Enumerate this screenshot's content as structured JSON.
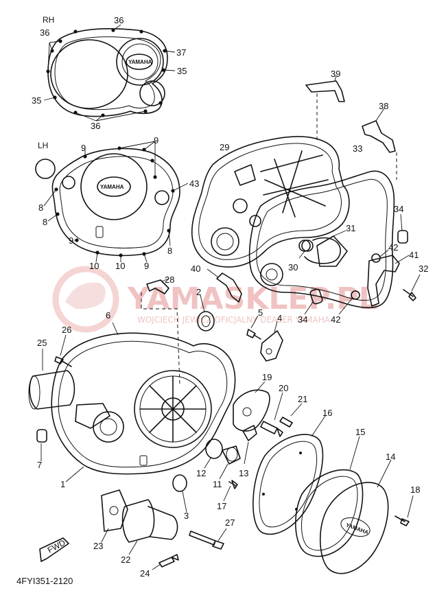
{
  "diagram": {
    "code": "4FYI351-2120",
    "rh_label": "RH",
    "lh_label": "LH",
    "fwd_label": "FWD",
    "brand_text": "YAMAHA",
    "watermark": {
      "line1": "YAMASKLEP.PL",
      "line2": "WOJCIECH JEWICZ OFICJALNY DEALER YAMAHA"
    }
  },
  "callouts": [
    {
      "id": "c36a",
      "text": "36"
    },
    {
      "id": "c36b",
      "text": "36"
    },
    {
      "id": "c37",
      "text": "37"
    },
    {
      "id": "c35a",
      "text": "35"
    },
    {
      "id": "c35b",
      "text": "35"
    },
    {
      "id": "c36c",
      "text": "36"
    },
    {
      "id": "c9a",
      "text": "9"
    },
    {
      "id": "c9b",
      "text": "9"
    },
    {
      "id": "c43",
      "text": "43"
    },
    {
      "id": "c8a",
      "text": "8"
    },
    {
      "id": "c8b",
      "text": "8"
    },
    {
      "id": "c9c",
      "text": "9"
    },
    {
      "id": "c8c",
      "text": "8"
    },
    {
      "id": "c10a",
      "text": "10"
    },
    {
      "id": "c10b",
      "text": "10"
    },
    {
      "id": "c9d",
      "text": "9"
    },
    {
      "id": "c39",
      "text": "39"
    },
    {
      "id": "c38",
      "text": "38"
    },
    {
      "id": "c29",
      "text": "29"
    },
    {
      "id": "c33",
      "text": "33"
    },
    {
      "id": "c34a",
      "text": "34"
    },
    {
      "id": "c31",
      "text": "31"
    },
    {
      "id": "c42a",
      "text": "42"
    },
    {
      "id": "c41",
      "text": "41"
    },
    {
      "id": "c30",
      "text": "30"
    },
    {
      "id": "c32",
      "text": "32"
    },
    {
      "id": "c40",
      "text": "40"
    },
    {
      "id": "c28",
      "text": "28"
    },
    {
      "id": "c2",
      "text": "2"
    },
    {
      "id": "c34b",
      "text": "34"
    },
    {
      "id": "c42b",
      "text": "42"
    },
    {
      "id": "c6",
      "text": "6"
    },
    {
      "id": "c5",
      "text": "5"
    },
    {
      "id": "c4",
      "text": "4"
    },
    {
      "id": "c25",
      "text": "25"
    },
    {
      "id": "c26",
      "text": "26"
    },
    {
      "id": "c19",
      "text": "19"
    },
    {
      "id": "c20",
      "text": "20"
    },
    {
      "id": "c21",
      "text": "21"
    },
    {
      "id": "c16",
      "text": "16"
    },
    {
      "id": "c15",
      "text": "15"
    },
    {
      "id": "c14",
      "text": "14"
    },
    {
      "id": "c7",
      "text": "7"
    },
    {
      "id": "c12",
      "text": "12"
    },
    {
      "id": "c13",
      "text": "13"
    },
    {
      "id": "c11",
      "text": "11"
    },
    {
      "id": "c1",
      "text": "1"
    },
    {
      "id": "c18",
      "text": "18"
    },
    {
      "id": "c17",
      "text": "17"
    },
    {
      "id": "c3",
      "text": "3"
    },
    {
      "id": "c27",
      "text": "27"
    },
    {
      "id": "c23",
      "text": "23"
    },
    {
      "id": "c22",
      "text": "22"
    },
    {
      "id": "c24",
      "text": "24"
    }
  ]
}
